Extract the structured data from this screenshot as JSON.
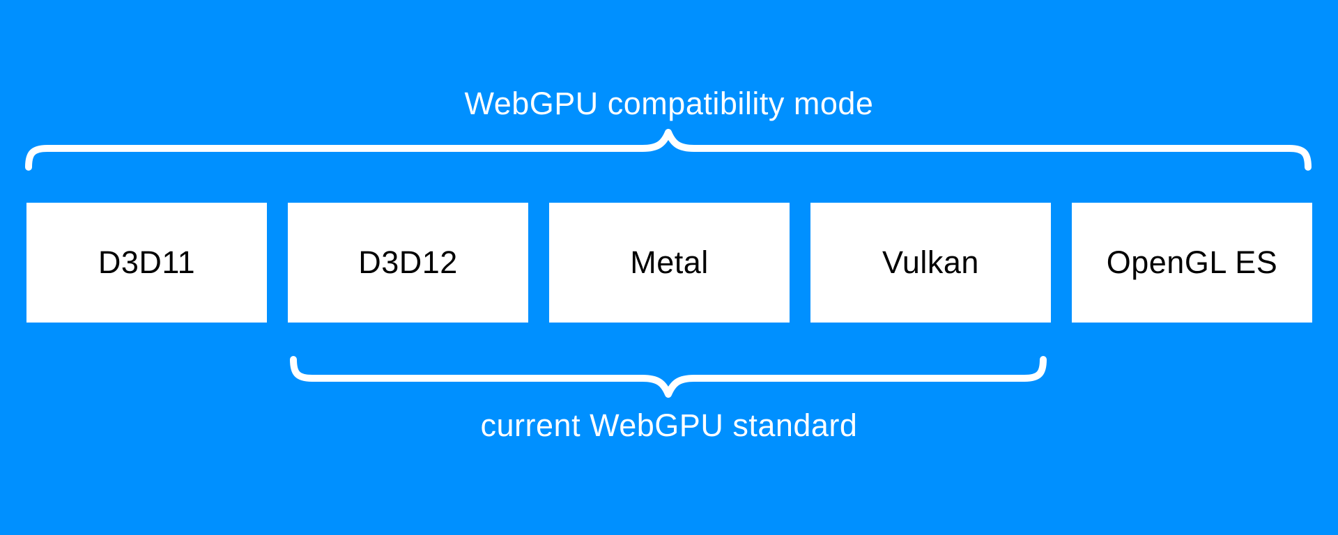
{
  "diagram": {
    "title": "WebGPU compatibility mode",
    "subtitle": "current WebGPU standard",
    "boxes": [
      {
        "label": "D3D11"
      },
      {
        "label": "D3D12"
      },
      {
        "label": "Metal"
      },
      {
        "label": "Vulkan"
      },
      {
        "label": "OpenGL ES"
      }
    ],
    "braces": {
      "top": {
        "label": "WebGPU compatibility mode",
        "spans": [
          "D3D11",
          "D3D12",
          "Metal",
          "Vulkan",
          "OpenGL ES"
        ]
      },
      "bottom": {
        "label": "current WebGPU standard",
        "spans": [
          "D3D12",
          "Metal",
          "Vulkan"
        ]
      }
    },
    "colors": {
      "background": "#0090ff",
      "box_fill": "#ffffff",
      "box_text": "#000000",
      "brace": "#ffffff",
      "label_text": "#ffffff"
    }
  }
}
